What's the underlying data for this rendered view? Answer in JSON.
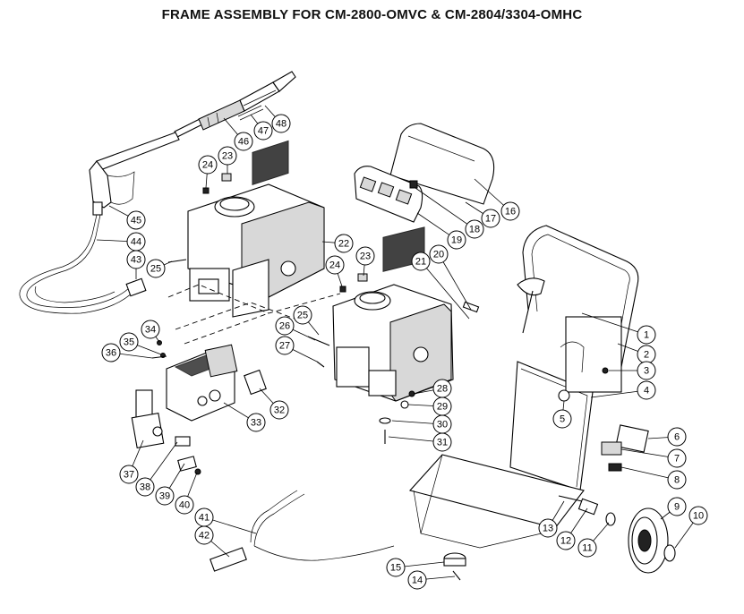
{
  "title": "FRAME ASSEMBLY FOR CM-2800-OMVC & CM-2804/3304-OMHC",
  "callouts": [
    "1",
    "2",
    "3",
    "4",
    "5",
    "6",
    "7",
    "8",
    "9",
    "10",
    "11",
    "12",
    "13",
    "14",
    "15",
    "16",
    "17",
    "18",
    "19",
    "20",
    "21",
    "22",
    "23",
    "24",
    "25",
    "26",
    "27",
    "28",
    "29",
    "30",
    "31",
    "32",
    "33",
    "34",
    "35",
    "36",
    "37",
    "38",
    "39",
    "40",
    "41",
    "42",
    "43",
    "44",
    "45",
    "46",
    "47",
    "48",
    "23",
    "24",
    "25"
  ]
}
